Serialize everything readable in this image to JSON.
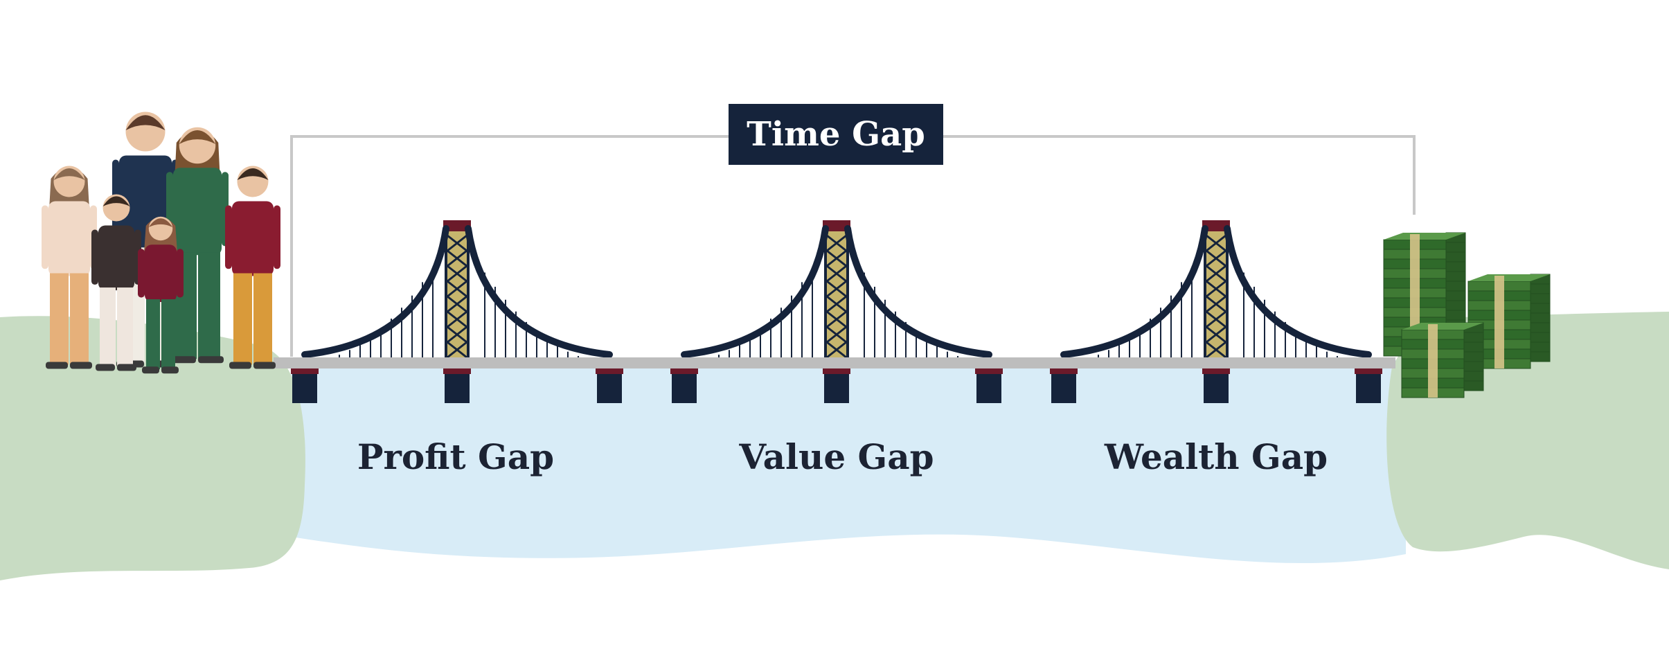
{
  "labels": {
    "top": "Time Gap",
    "spans": [
      "Profit Gap",
      "Value Gap",
      "Wealth Gap"
    ]
  },
  "colors": {
    "navy": "#15233b",
    "water": "#d8ecf7",
    "land": "#c8dcc3",
    "deck": "#bdbdbd",
    "tower_fill": "#c6b56d",
    "tower_cap": "#6b1a2a",
    "money": "#3f7a34",
    "bracket": "#c8c8c8"
  },
  "icons": [
    "family-illustration",
    "money-stack-icon",
    "suspension-bridge"
  ]
}
